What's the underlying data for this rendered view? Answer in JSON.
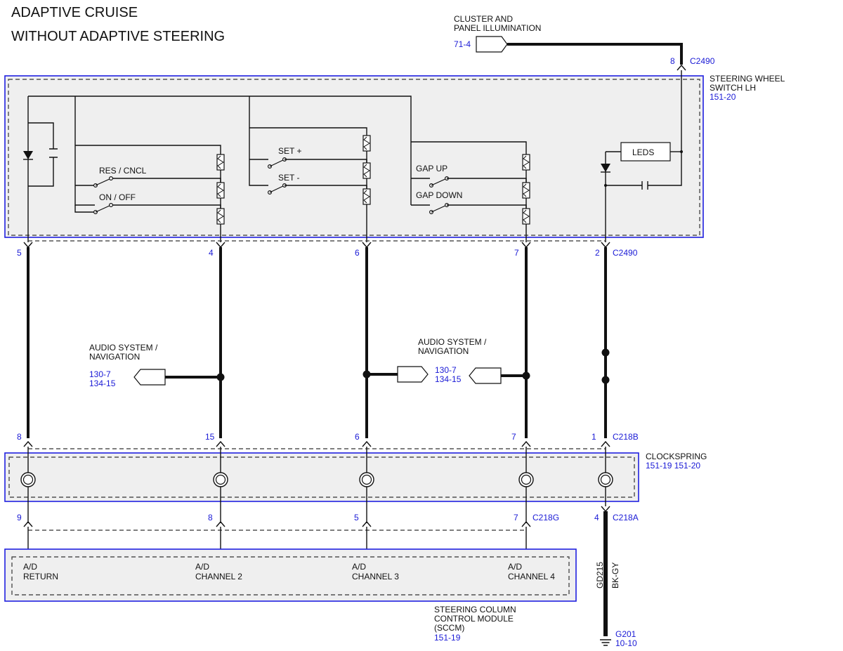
{
  "title": {
    "line1": "ADAPTIVE CRUISE",
    "line2": "WITHOUT ADAPTIVE STEERING"
  },
  "cluster": {
    "label_line1": "CLUSTER AND",
    "label_line2": "PANEL ILLUMINATION",
    "ref": "71-4",
    "pin": "8",
    "connector": "C2490"
  },
  "switch": {
    "name_line1": "STEERING WHEEL",
    "name_line2": "SWITCH LH",
    "ref": "151-20",
    "labels": {
      "res_cncl": "RES / CNCL",
      "on_off": "ON / OFF",
      "set_plus": "SET +",
      "set_minus": "SET -",
      "gap_up": "GAP UP",
      "gap_down": "GAP DOWN",
      "leds": "LEDS"
    },
    "bottom_pins": [
      "5",
      "4",
      "6",
      "7",
      "2"
    ],
    "bottom_connector": "C2490"
  },
  "audio": {
    "label_line1": "AUDIO SYSTEM /",
    "label_line2": "NAVIGATION",
    "ref1": "130-7",
    "ref2": "134-15"
  },
  "clockspring": {
    "name": "CLOCKSPRING",
    "refs": "151-19  151-20",
    "top_pins": [
      "8",
      "15",
      "6",
      "7",
      "1"
    ],
    "top_connector": "C218B",
    "bottom_pins": [
      "9",
      "8",
      "5",
      "7",
      "4"
    ],
    "connector_g": "C218G",
    "connector_a": "C218A"
  },
  "sccm": {
    "name_line1": "STEERING COLUMN",
    "name_line2": "CONTROL MODULE",
    "name_line3": "(SCCM)",
    "ref": "151-19",
    "channels": [
      {
        "line1": "A/D",
        "line2": "RETURN"
      },
      {
        "line1": "A/D",
        "line2": "CHANNEL 2"
      },
      {
        "line1": "A/D",
        "line2": "CHANNEL 3"
      },
      {
        "line1": "A/D",
        "line2": "CHANNEL 4"
      }
    ]
  },
  "ground": {
    "circuit": "GD215",
    "color": "BK-GY",
    "name": "G201",
    "ref": "10-10"
  },
  "colors": {
    "box_border": "#2020e0",
    "ref_text": "#1a1ad6",
    "box_fill": "#efefef"
  }
}
